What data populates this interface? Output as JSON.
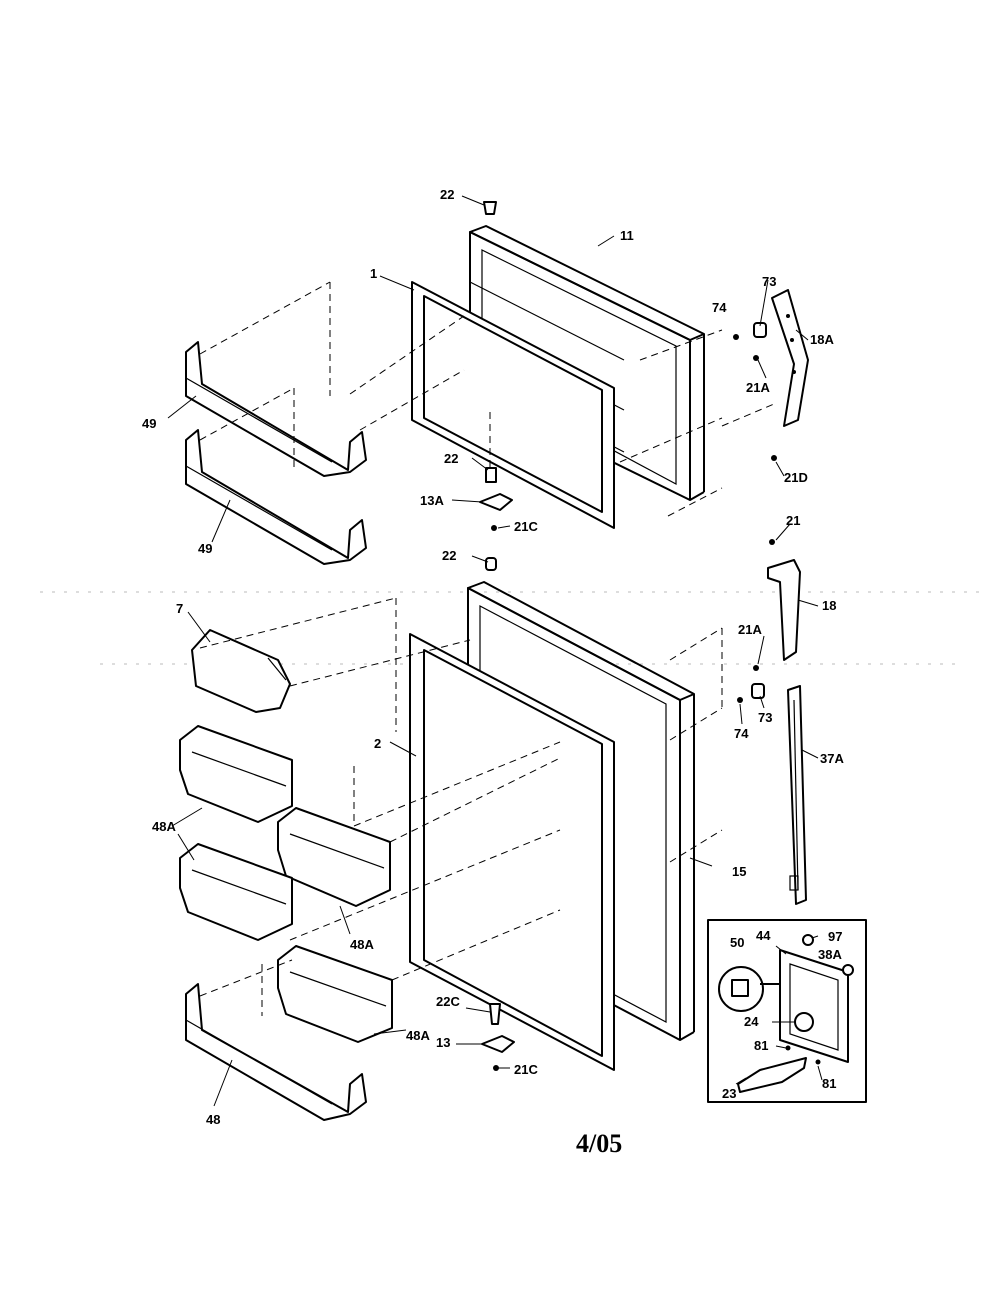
{
  "callouts": {
    "c22_top": "22",
    "c11": "11",
    "c1": "1",
    "c74_top": "74",
    "c73_top": "73",
    "c18A": "18A",
    "c21A_top": "21A",
    "c49_upper": "49",
    "c49_lower": "49",
    "c22_mid": "22",
    "c13A": "13A",
    "c21C_top": "21C",
    "c21D": "21D",
    "c21": "21",
    "c22_lower": "22",
    "c7": "7",
    "c18": "18",
    "c21A_lower": "21A",
    "c73_lower": "73",
    "c74_lower": "74",
    "c2": "2",
    "c37A": "37A",
    "c48A_a": "48A",
    "c48A_b": "48A",
    "c48A_c": "48A",
    "c15": "15",
    "c50": "50",
    "c44": "44",
    "c97": "97",
    "c38A": "38A",
    "c22C": "22C",
    "c24": "24",
    "c13": "13",
    "c81_a": "81",
    "c81_b": "81",
    "c21C_bottom": "21C",
    "c23": "23",
    "c48": "48"
  },
  "revision_date": "4/05"
}
